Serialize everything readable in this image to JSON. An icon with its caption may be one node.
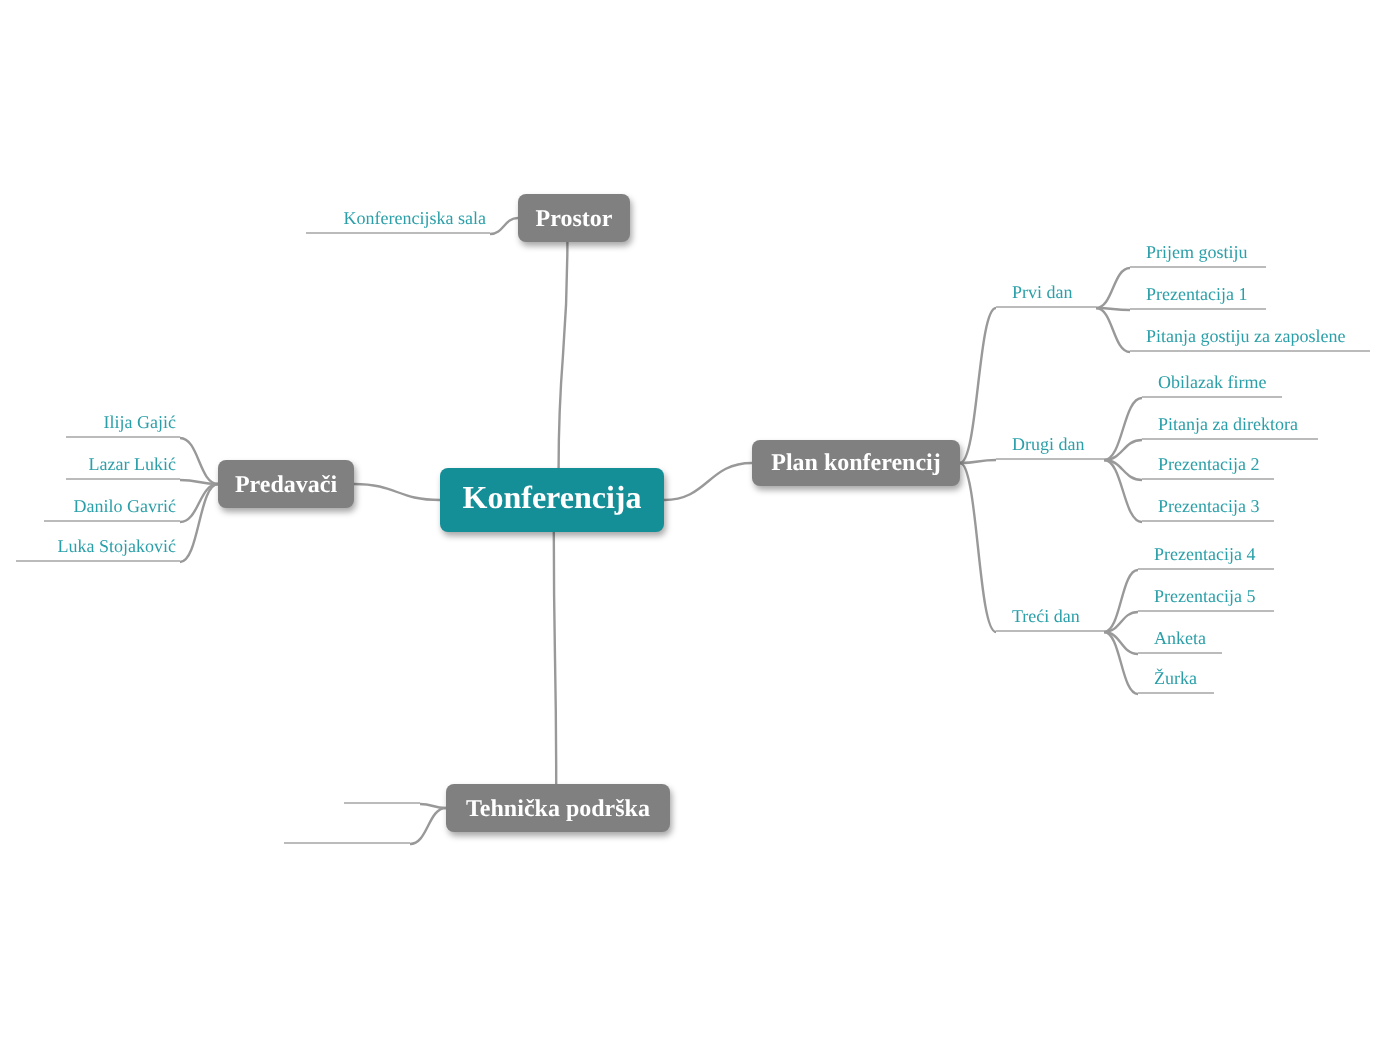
{
  "diagram": {
    "nodes": [
      {
        "text": [
          "Konferencija"
        ]
      },
      {
        "text": [
          "Prostor"
        ]
      },
      {
        "text": [
          "Konferencijska sala"
        ]
      },
      {
        "text": [
          "Plan konferencij"
        ]
      },
      {
        "text": [
          "Prvi dan"
        ]
      },
      {
        "text": [
          "Prijem gostiju"
        ]
      },
      {
        "text": [
          "Prezentacija 1"
        ]
      },
      {
        "text": [
          "Pitanja gostiju za zaposlene"
        ]
      },
      {
        "text": [
          "Drugi dan"
        ]
      },
      {
        "text": [
          "Obilazak firme"
        ]
      },
      {
        "text": [
          "Pitanja za direktora"
        ]
      },
      {
        "text": [
          "Prezentacija 2"
        ]
      },
      {
        "text": [
          "Prezentacija 3"
        ]
      },
      {
        "text": [
          "Treći dan"
        ]
      },
      {
        "text": [
          "Prezentacija 4"
        ]
      },
      {
        "text": [
          "Prezentacija 5"
        ]
      },
      {
        "text": [
          "Anketa"
        ]
      },
      {
        "text": [
          "Žurka"
        ]
      },
      {
        "text": [
          "Predavači"
        ]
      },
      {
        "text": [
          "Ilija Gajić"
        ]
      },
      {
        "text": [
          "Lazar Lukić"
        ]
      },
      {
        "text": [
          "Danilo Gavrić"
        ]
      },
      {
        "text": [
          "Luka Stojaković"
        ]
      },
      {
        "text": [
          "Tehnička podrška"
        ]
      },
      {
        "text": [],
        "shape": "line"
      },
      {
        "text": [],
        "shape": "line"
      }
    ],
    "edges": [
      {
        "from": 0,
        "to": 1,
        "arrow": "none"
      },
      {
        "from": 1,
        "to": 2,
        "arrow": "none"
      },
      {
        "from": 0,
        "to": 3,
        "arrow": "none"
      },
      {
        "from": 3,
        "to": 4,
        "arrow": "none"
      },
      {
        "from": 4,
        "to": 5,
        "arrow": "none"
      },
      {
        "from": 4,
        "to": 6,
        "arrow": "none"
      },
      {
        "from": 4,
        "to": 7,
        "arrow": "none"
      },
      {
        "from": 3,
        "to": 8,
        "arrow": "none"
      },
      {
        "from": 8,
        "to": 9,
        "arrow": "none"
      },
      {
        "from": 8,
        "to": 10,
        "arrow": "none"
      },
      {
        "from": 8,
        "to": 11,
        "arrow": "none"
      },
      {
        "from": 8,
        "to": 12,
        "arrow": "none"
      },
      {
        "from": 3,
        "to": 13,
        "arrow": "none"
      },
      {
        "from": 13,
        "to": 14,
        "arrow": "none"
      },
      {
        "from": 13,
        "to": 15,
        "arrow": "none"
      },
      {
        "from": 13,
        "to": 16,
        "arrow": "none"
      },
      {
        "from": 13,
        "to": 17,
        "arrow": "none"
      },
      {
        "from": 0,
        "to": 18,
        "arrow": "none"
      },
      {
        "from": 18,
        "to": 19,
        "arrow": "none"
      },
      {
        "from": 18,
        "to": 20,
        "arrow": "none"
      },
      {
        "from": 18,
        "to": 21,
        "arrow": "none"
      },
      {
        "from": 18,
        "to": 22,
        "arrow": "none"
      },
      {
        "from": 0,
        "to": 23,
        "arrow": "none"
      },
      {
        "from": 23,
        "to": 24,
        "arrow": "none"
      },
      {
        "from": 23,
        "to": 25,
        "arrow": "none"
      }
    ]
  }
}
